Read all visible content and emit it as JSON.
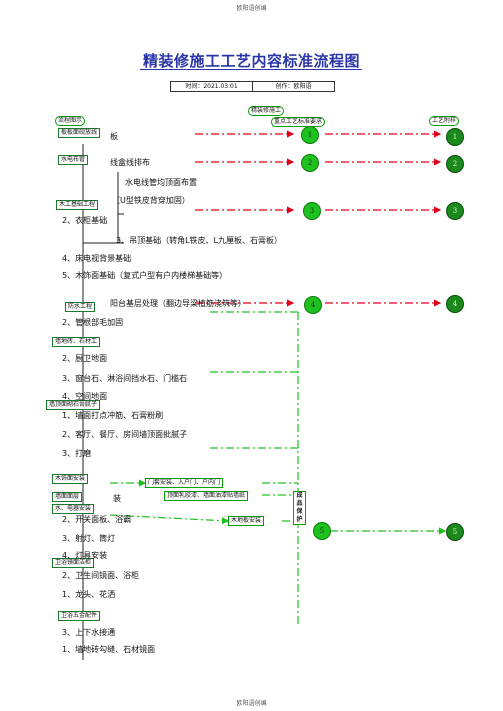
{
  "header": "欧阳语创编",
  "footer": "欧阳语创编",
  "title": "精装修施工工艺内容标准流程图",
  "meta": {
    "time": "时间：2021.03.01",
    "author": "创作：欧阳语"
  },
  "columns": {
    "process": "流程图示",
    "key_requirements": "重点工艺标准要求",
    "craft_illustration": "工艺附样",
    "phase_top": "精装修施工"
  },
  "phase_boxes": {
    "p1": "板板面砚放线",
    "p2": "水电布管",
    "p3": "木工基础工程",
    "p4": "防水工程",
    "p5": "墙地砖、石材工",
    "p6": "墙顶面砌石膏腻子",
    "p7": "木饰面安装",
    "p8": "墙面面层",
    "p9": "水、电器安装",
    "p10": "卫浴镜面洁柜",
    "p11": "卫浴五金配件"
  },
  "steps": {
    "s1": "板",
    "s2": "线盒线排布",
    "s3": "水电线管均顶面布置",
    "s4": "（U型铁皮背穿加固）",
    "s5": "2、衣柜基础",
    "s6": "3、吊顶基础（转角L铁皮、L九厘板、石膏板）",
    "s7": "4、床电视背景基础",
    "s8": "5、木饰面基础（复式户型有户内楼梯基础等）",
    "s9": "阳台基层处理（翻边导梁植筋浇筑等）",
    "s10": "2、管根部毛加固",
    "s11": "2、厨卫地面",
    "s12": "3、窗台石、淋浴间挡水石、门槛石",
    "s13": "4、空间地面",
    "s14": "1、墙面打点冲筋、石膏粉刷",
    "s15": "2、客厅、餐厅、房间墙顶面批腻子",
    "s16": "3、打磨",
    "s17": "装",
    "s18": "2、开关面板、浴霸",
    "s19": "3、射灯、筒灯",
    "s20": "4、灯具安装",
    "s21": "2、卫生间镜面、浴柜",
    "s22": "1、龙头、花洒",
    "s23": "3、上下水接通",
    "s24": "1、墙地砖勾缝、石材镜面"
  },
  "side_boxes": {
    "door": "门套安装、入户门、户内门",
    "paint": "顶面乳胶漆、墙面油漆贴墙纸",
    "floor": "木地板安装",
    "protect": "成品保护"
  },
  "circles": {
    "left": [
      "1",
      "2",
      "3",
      "4",
      "5"
    ],
    "right": [
      "1",
      "2",
      "3",
      "4",
      "5"
    ]
  },
  "colors": {
    "title": "#2a36a8",
    "arrow_red": "#e0001b",
    "arrow_green": "#1ec21e",
    "circle_green": "#1ec21e"
  }
}
